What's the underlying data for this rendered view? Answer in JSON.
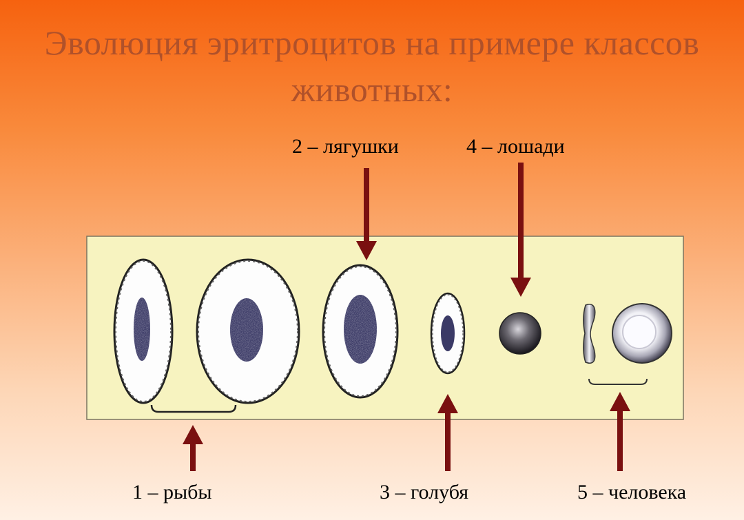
{
  "title": {
    "line1": "Эволюция эритроцитов на примере классов",
    "line2": "животных:"
  },
  "labels": {
    "fish": "1 – рыбы",
    "frog": "2 – лягушки",
    "pigeon": "3 – голубя",
    "horse": "4 – лошади",
    "human": "5 – человека"
  },
  "colors": {
    "arrow": "#7a1010",
    "panel": "#f7f3c0",
    "nucleus": "#3b3a66"
  }
}
